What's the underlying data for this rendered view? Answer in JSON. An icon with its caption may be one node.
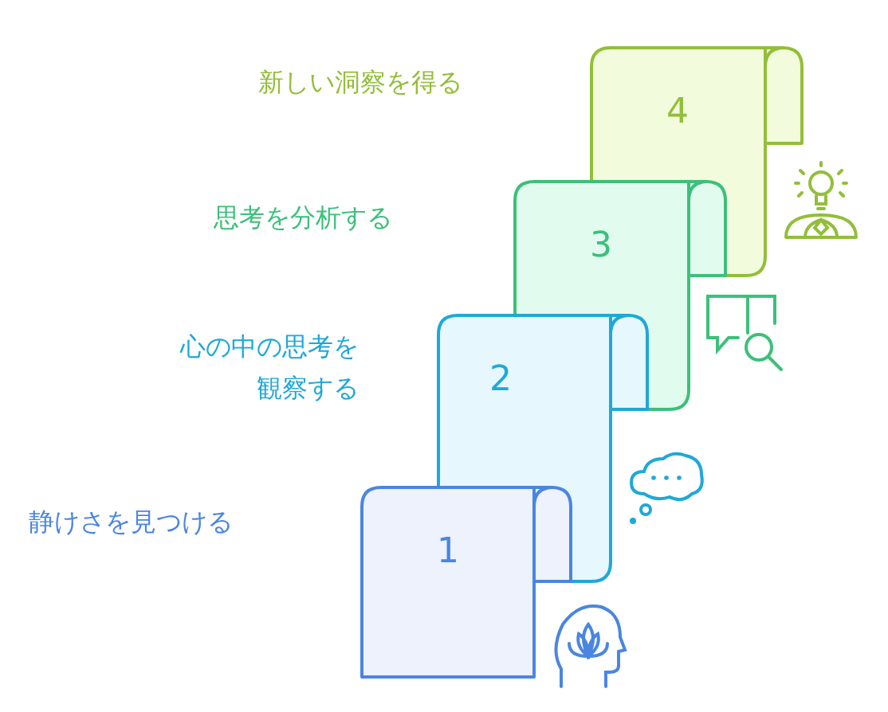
{
  "diagram": {
    "nodes": [
      {
        "text": [
          "1"
        ]
      },
      {
        "text": [
          "2"
        ]
      },
      {
        "text": [
          "3"
        ]
      },
      {
        "text": [
          "4"
        ]
      }
    ],
    "labels": [
      "新しい洞察を得る",
      "思考を分析する",
      "心の中の思考を観察する",
      "静けさを見つける"
    ]
  }
}
